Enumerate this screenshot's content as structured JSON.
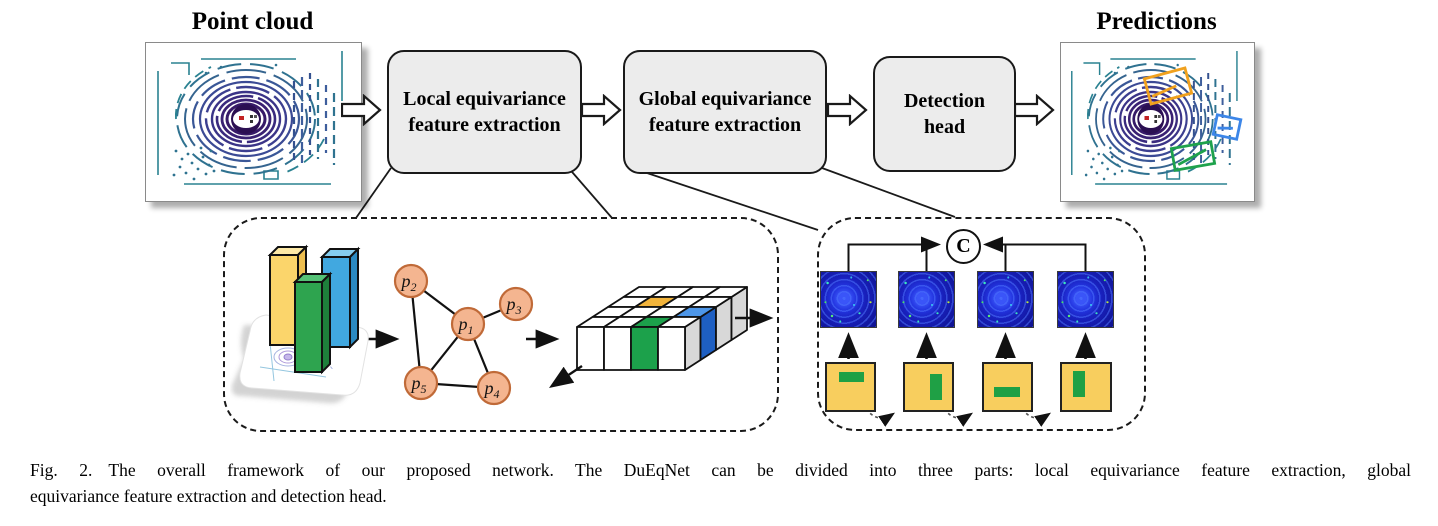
{
  "labels": {
    "input": "Point cloud",
    "output": "Predictions",
    "concat": "C"
  },
  "pipeline": [
    {
      "line1": "Local equivariance",
      "line2": "feature extraction"
    },
    {
      "line1": "Global equivariance",
      "line2": "feature extraction"
    },
    {
      "line1": "Detection",
      "line2": "head"
    }
  ],
  "graph_nodes": [
    {
      "base": "p",
      "sub": "2"
    },
    {
      "base": "p",
      "sub": "3"
    },
    {
      "base": "p",
      "sub": "1"
    },
    {
      "base": "p",
      "sub": "5"
    },
    {
      "base": "p",
      "sub": "4"
    }
  ],
  "caption": {
    "tag": "Fig. 2.",
    "line1": "The overall framework of our proposed network. The DuEqNet can be divided into three parts: local equivariance feature extraction, global",
    "line2": "equivariance feature extraction and detection head."
  },
  "colors": {
    "box-fill": "#ececec",
    "box-border": "#1a1a1a",
    "bar-yellow": "#FBD56B",
    "bar-yellow-top": "#FDE9A6",
    "bar-yellow-side": "#EDBE4F",
    "bar-green": "#2EA44F",
    "bar-green-top": "#55C276",
    "bar-green-side": "#1E7F3B",
    "bar-blue": "#41A8E0",
    "bar-blue-top": "#85CDEF",
    "bar-blue-side": "#2B8AC2",
    "node-fill": "#F4B590",
    "node-border": "#C06A38",
    "cell-yellow": "#F2B43B",
    "cell-green": "#1CA14B",
    "cell-blue": "#4D96E8",
    "cell-blue-side": "#1E5FC2",
    "cell-side-gray": "#D8D8D8",
    "fmap-bg": "#12129e",
    "weight-box-fill": "#F8CE5E",
    "weight-green": "#1FA045",
    "pred-orange": "#F0A11E",
    "pred-blue": "#3C86E8",
    "pred-green": "#1EA24C",
    "lidar-purple": "#3A2478",
    "lidar-teal": "#2A8291"
  }
}
